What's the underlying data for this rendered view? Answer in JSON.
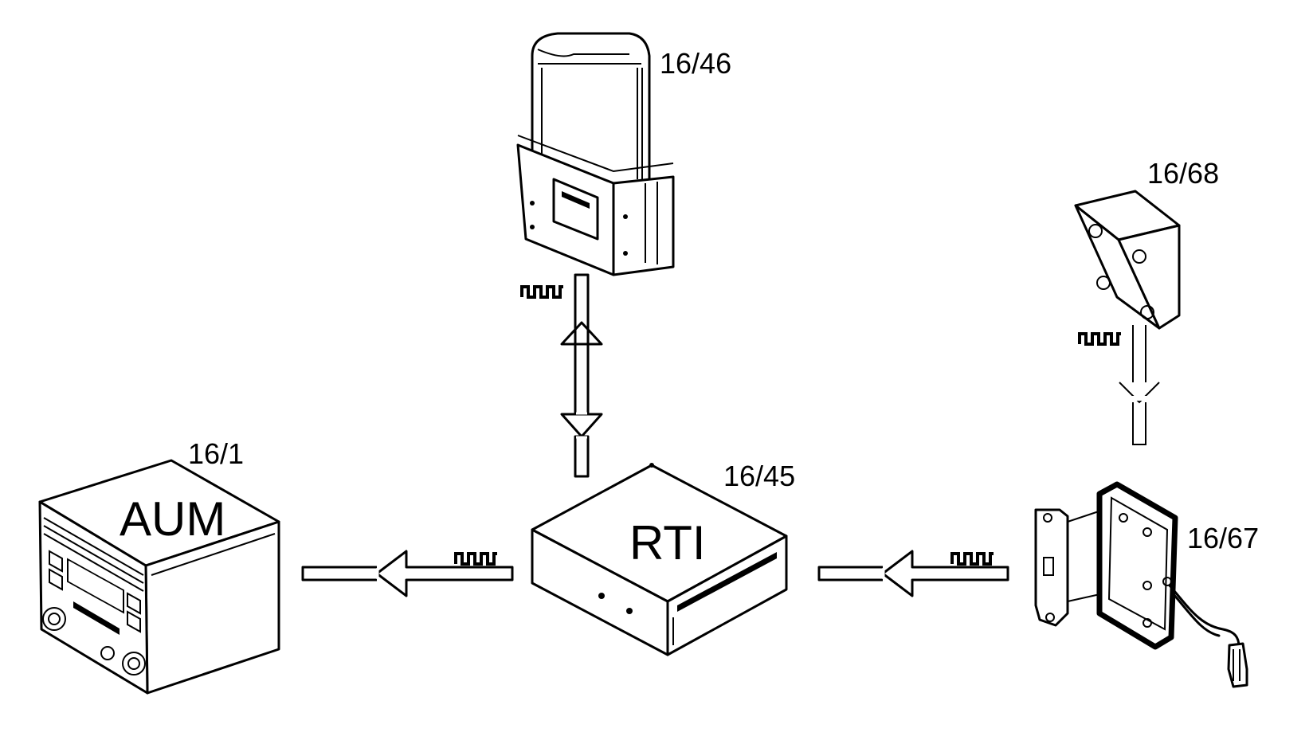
{
  "labels": {
    "aum_ref": "16/1",
    "aum_name": "AUM",
    "rti_ref": "16/45",
    "rti_name": "RTI",
    "display_ref": "16/46",
    "antenna_ref": "16/68",
    "gps_ref": "16/67"
  },
  "icons": {
    "aum": "audio-module-unit",
    "rti": "rti-control-box",
    "display": "flip-up-display-screen",
    "antenna": "gps-antenna",
    "gps": "gps-receiver-unit",
    "signal": "digital-pulse-signal"
  },
  "colors": {
    "line": "#000000",
    "background": "#ffffff"
  }
}
